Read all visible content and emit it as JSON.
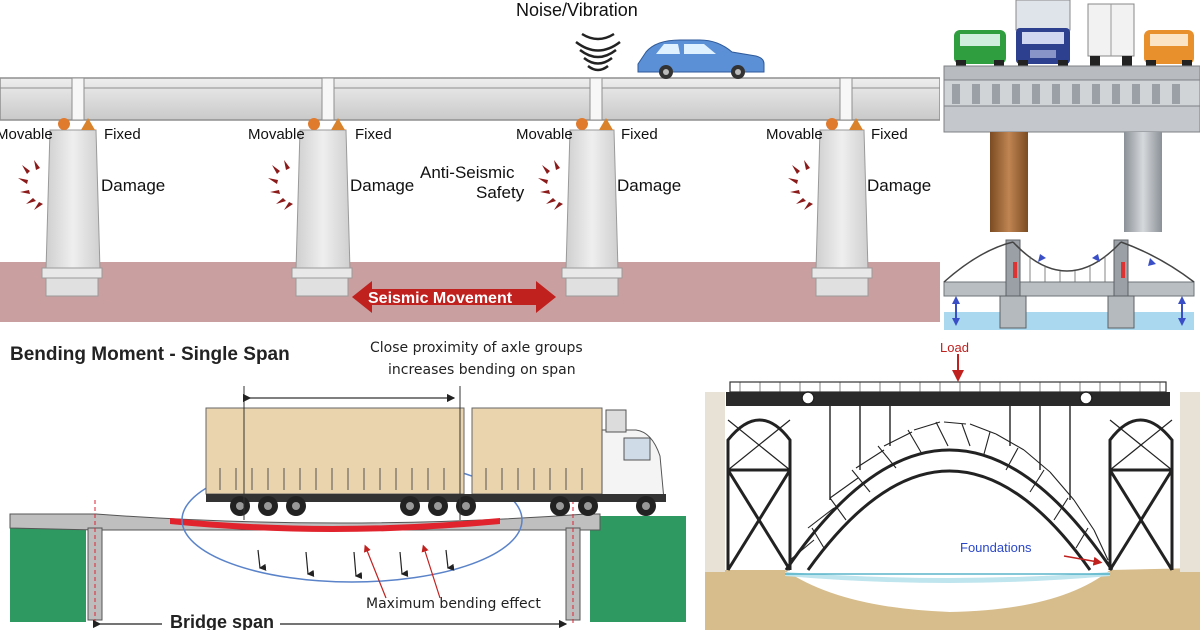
{
  "seismic_panel": {
    "noise_label": "Noise/Vibration",
    "piers": [
      {
        "movable": "Movable",
        "fixed": "Fixed",
        "status": "Damage"
      },
      {
        "movable": "Movable",
        "fixed": "Fixed",
        "status": "Damage"
      },
      {
        "movable": "Movable",
        "fixed": "Fixed",
        "status": "Damage",
        "safety_line1": "Anti-Seismic",
        "safety_line2": "Safety"
      },
      {
        "movable": "Movable",
        "fixed": "Fixed",
        "status": "Damage"
      }
    ],
    "movement_label": "Seismic Movement",
    "colors": {
      "deck": "#d3d3d3",
      "ground": "#c99f9f",
      "arrow": "#c0201e",
      "waves": "#8b1a1a",
      "bearing_movable": "#e07a2c",
      "bearing_fixed": "#d9822b",
      "car": "#5b8fd6"
    }
  },
  "bending_panel": {
    "title": "Bending Moment - Single Span",
    "note_line1": "Close proximity of axle groups",
    "note_line2": "increases bending on span",
    "max_label": "Maximum bending effect",
    "span_label": "Bridge span",
    "colors": {
      "trailer": "#e9d4ae",
      "ground": "#2e9a62",
      "stress": "#e0232c"
    }
  },
  "arch_panel": {
    "load_label": "Load",
    "foundations_label": "Foundations",
    "colors": {
      "load": "#c0201e",
      "foundations": "#2b47c9",
      "sky": "#ffffff",
      "earth": "#d7bd8c",
      "water": "#bfe5ee"
    }
  },
  "traffic_panel": {
    "colors": {
      "car_green": "#2f9e3f",
      "truck_blue": "#2d3f8f",
      "car_orange": "#e7902c",
      "pillar_brown": "#a26b3a",
      "pillar_gray": "#a8adb3"
    }
  },
  "suspension_panel": {
    "colors": {
      "tower": "#9aa0a6",
      "arrow": "#3a4fc7",
      "water": "#a9d8ef"
    }
  }
}
